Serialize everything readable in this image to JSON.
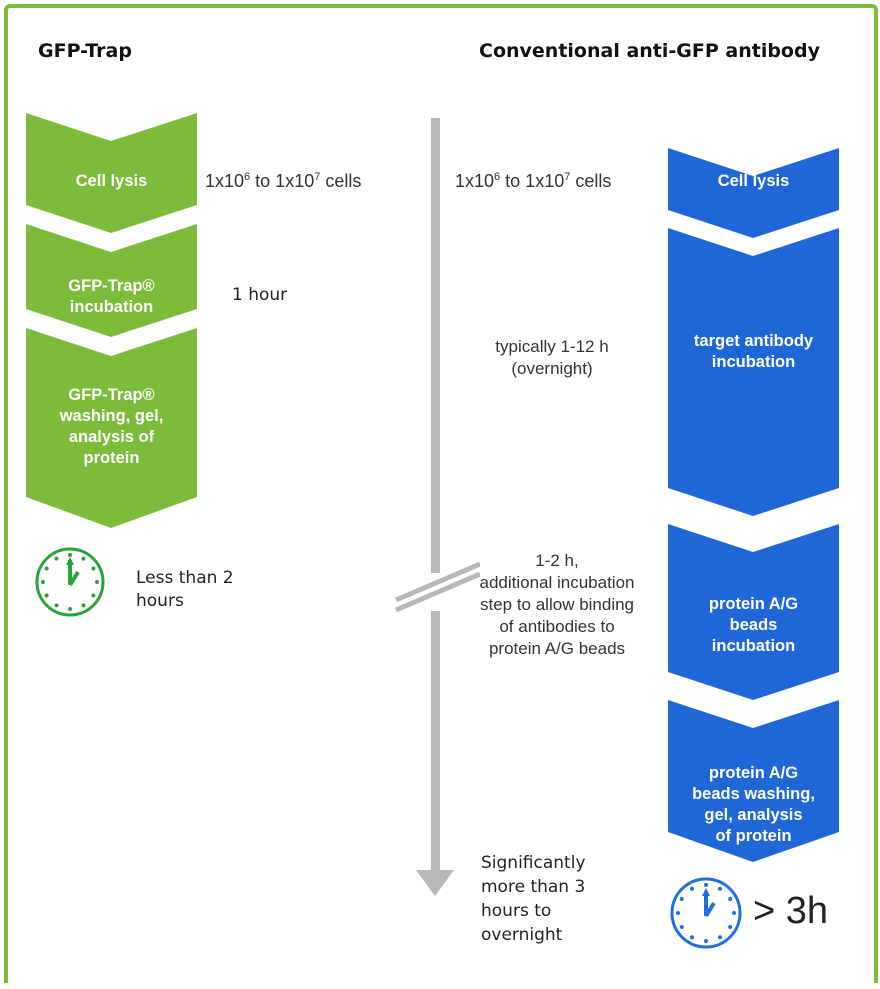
{
  "headings": {
    "left": "GFP-Trap",
    "right": "Conventional anti-GFP antibody"
  },
  "left_steps": [
    {
      "line1": "Cell lysis"
    },
    {
      "line1": "GFP-Trap®",
      "line2": "incubation"
    },
    {
      "line1": "GFP-Trap®",
      "line2": "washing, gel,",
      "line3": "analysis of",
      "line4": "protein"
    }
  ],
  "right_steps": [
    {
      "line1": "Cell lysis"
    },
    {
      "line1": "target antibody",
      "line2": "incubation"
    },
    {
      "line1": "protein A/G",
      "line2": "beads",
      "line3": "incubation"
    },
    {
      "line1": "protein A/G",
      "line2": "beads washing,",
      "line3": "gel, analysis",
      "line4": "of protein"
    }
  ],
  "cells_left": {
    "pre": "1x10",
    "exp1": "6",
    "mid": " to 1x10",
    "exp2": "7",
    "post": " cells"
  },
  "cells_right": {
    "pre": "1x10",
    "exp1": "6",
    "mid": " to 1x10",
    "exp2": "7",
    "post": " cells"
  },
  "notes": {
    "one_hour": "1 hour",
    "typical_1": "typically 1-12 h",
    "typical_2": "(overnight)",
    "extra_1": "1-2 h,",
    "extra_2": "additional incubation",
    "extra_3": "step to allow binding",
    "extra_4": "of antibodies to",
    "extra_5": "protein A/G beads",
    "less_1": "Less than 2",
    "less_2": "hours",
    "sig_1": "Significantly",
    "sig_2": "more than 3",
    "sig_3": "hours to",
    "sig_4": "overnight",
    "gt3h": "> 3h"
  },
  "colors": {
    "green": "#7dbb3a",
    "blue": "#1f67d6",
    "timeline": "#b8b8b8",
    "clock_green": "#2aa23a",
    "clock_blue": "#1f6fe0"
  },
  "icons": [
    "clock-icon",
    "clock-icon",
    "down-arrow-icon",
    "break-mark-icon"
  ]
}
